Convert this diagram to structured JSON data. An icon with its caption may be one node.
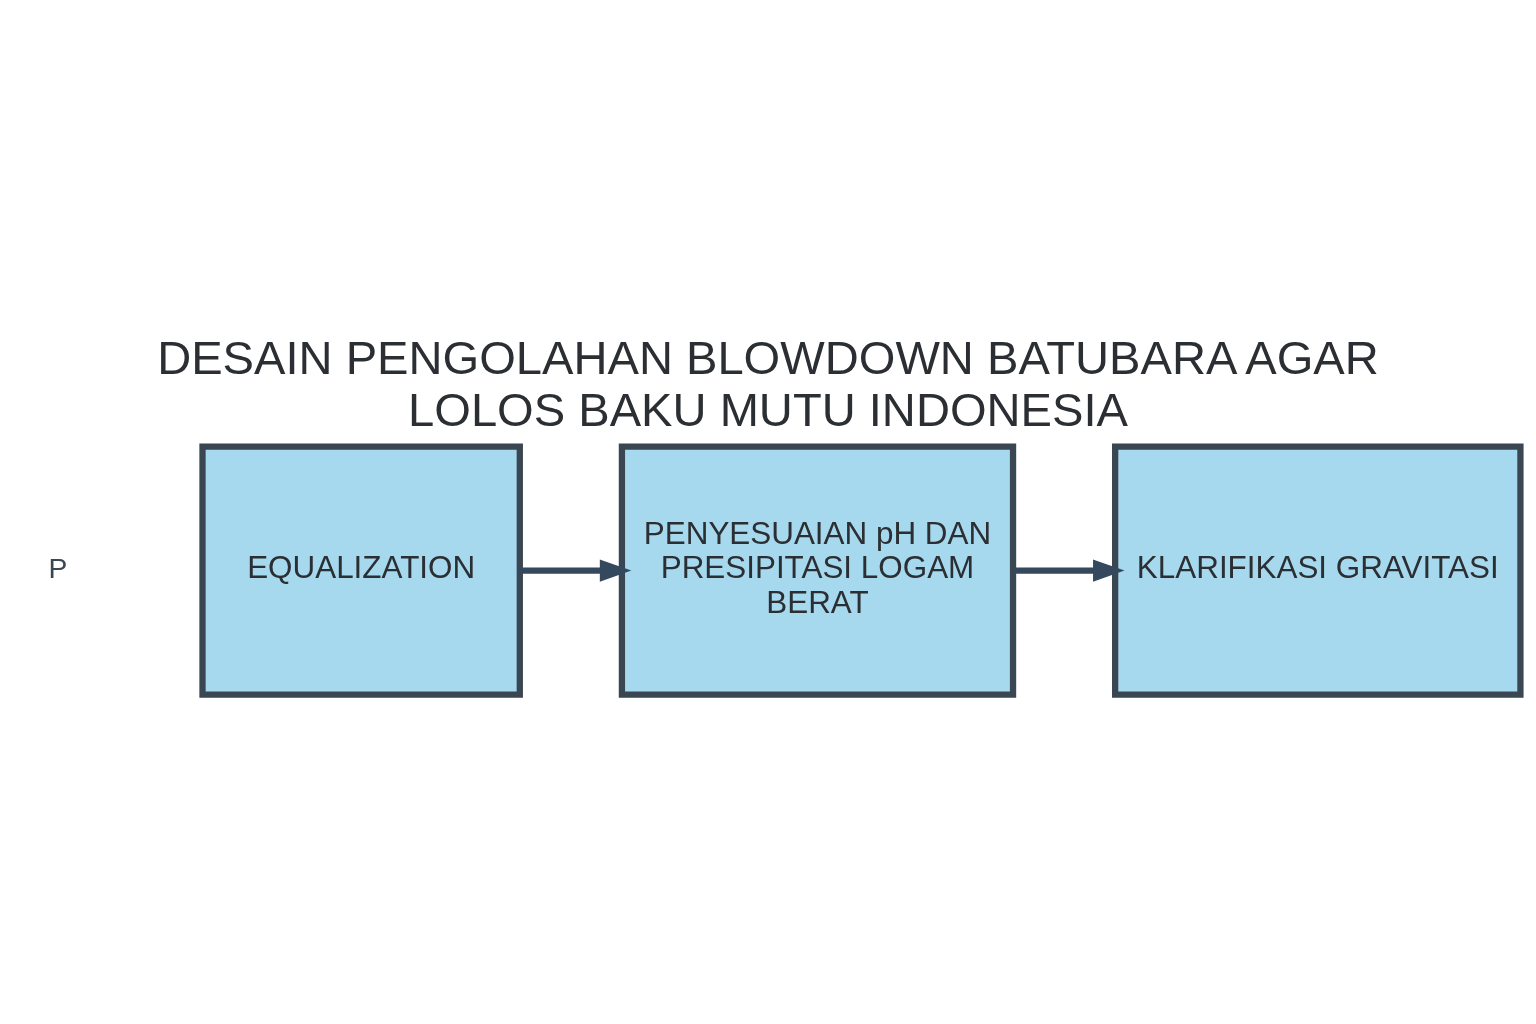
{
  "diagram": {
    "title": "DESAIN PENGOLAHAN BLOWDOWN BATUBARA AGAR LOLOS BAKU MUTU INDONESIA",
    "nodes": [
      {
        "text": [
          "EQUALIZATION"
        ]
      },
      {
        "text": [
          "PENYESUAIAN pH DAN PRESIPITASI LOGAM BERAT"
        ]
      },
      {
        "text": [
          "KLARIFIKASI GRAVITASI"
        ]
      }
    ],
    "edges": [
      {
        "from": 0,
        "to": 1,
        "arrow": "to"
      },
      {
        "from": 1,
        "to": 2,
        "arrow": "to"
      }
    ],
    "labels": [
      "P"
    ]
  }
}
